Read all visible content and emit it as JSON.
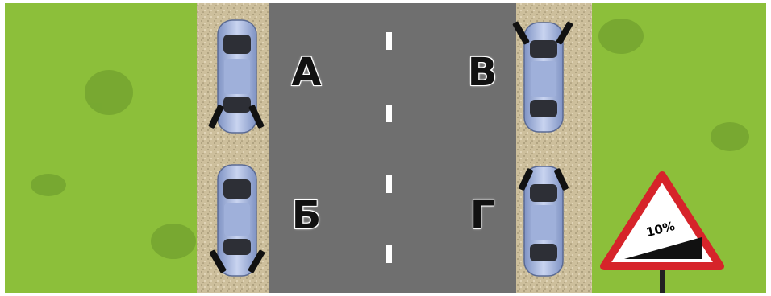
{
  "labels": {
    "a": "А",
    "b": "Б",
    "v": "В",
    "g": "Г"
  },
  "sign": {
    "text": "10%",
    "type": "steep-descent-warning-sign"
  },
  "colors": {
    "grass": "#8cbf3a",
    "road": "#6f6f6f",
    "gravel": "#cfc3a2",
    "car": "#a9b9de",
    "sign_red": "#d6242a"
  }
}
